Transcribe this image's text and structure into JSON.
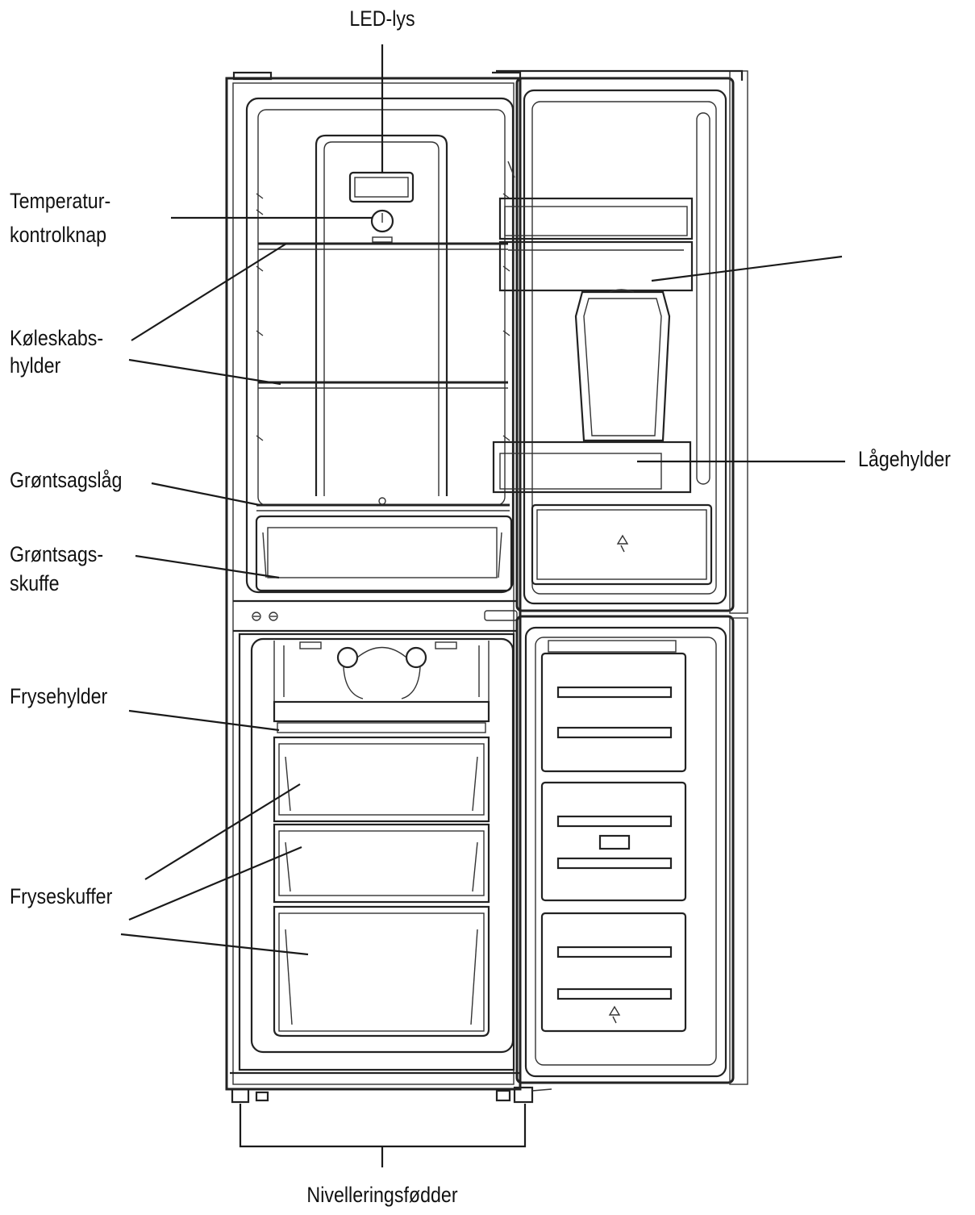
{
  "diagram": {
    "labels": {
      "led_light": "LED-lys",
      "temperature_knob_line1": "Temperatur-",
      "temperature_knob_line2": "kontrolknap",
      "fridge_shelves_line1": "Køleskabs-",
      "fridge_shelves_line2": "hylder",
      "crisper_lid": "Grøntsagslåg",
      "crisper_drawer_line1": "Grøntsags-",
      "crisper_drawer_line2": "skuffe",
      "freezer_shelves": "Frysehylder",
      "freezer_drawers": "Fryseskuffer",
      "door_shelves": "Lågehylder",
      "leveling_feet": "Nivelleringsfødder"
    },
    "colors": {
      "line": "#222222",
      "background": "#ffffff"
    }
  }
}
